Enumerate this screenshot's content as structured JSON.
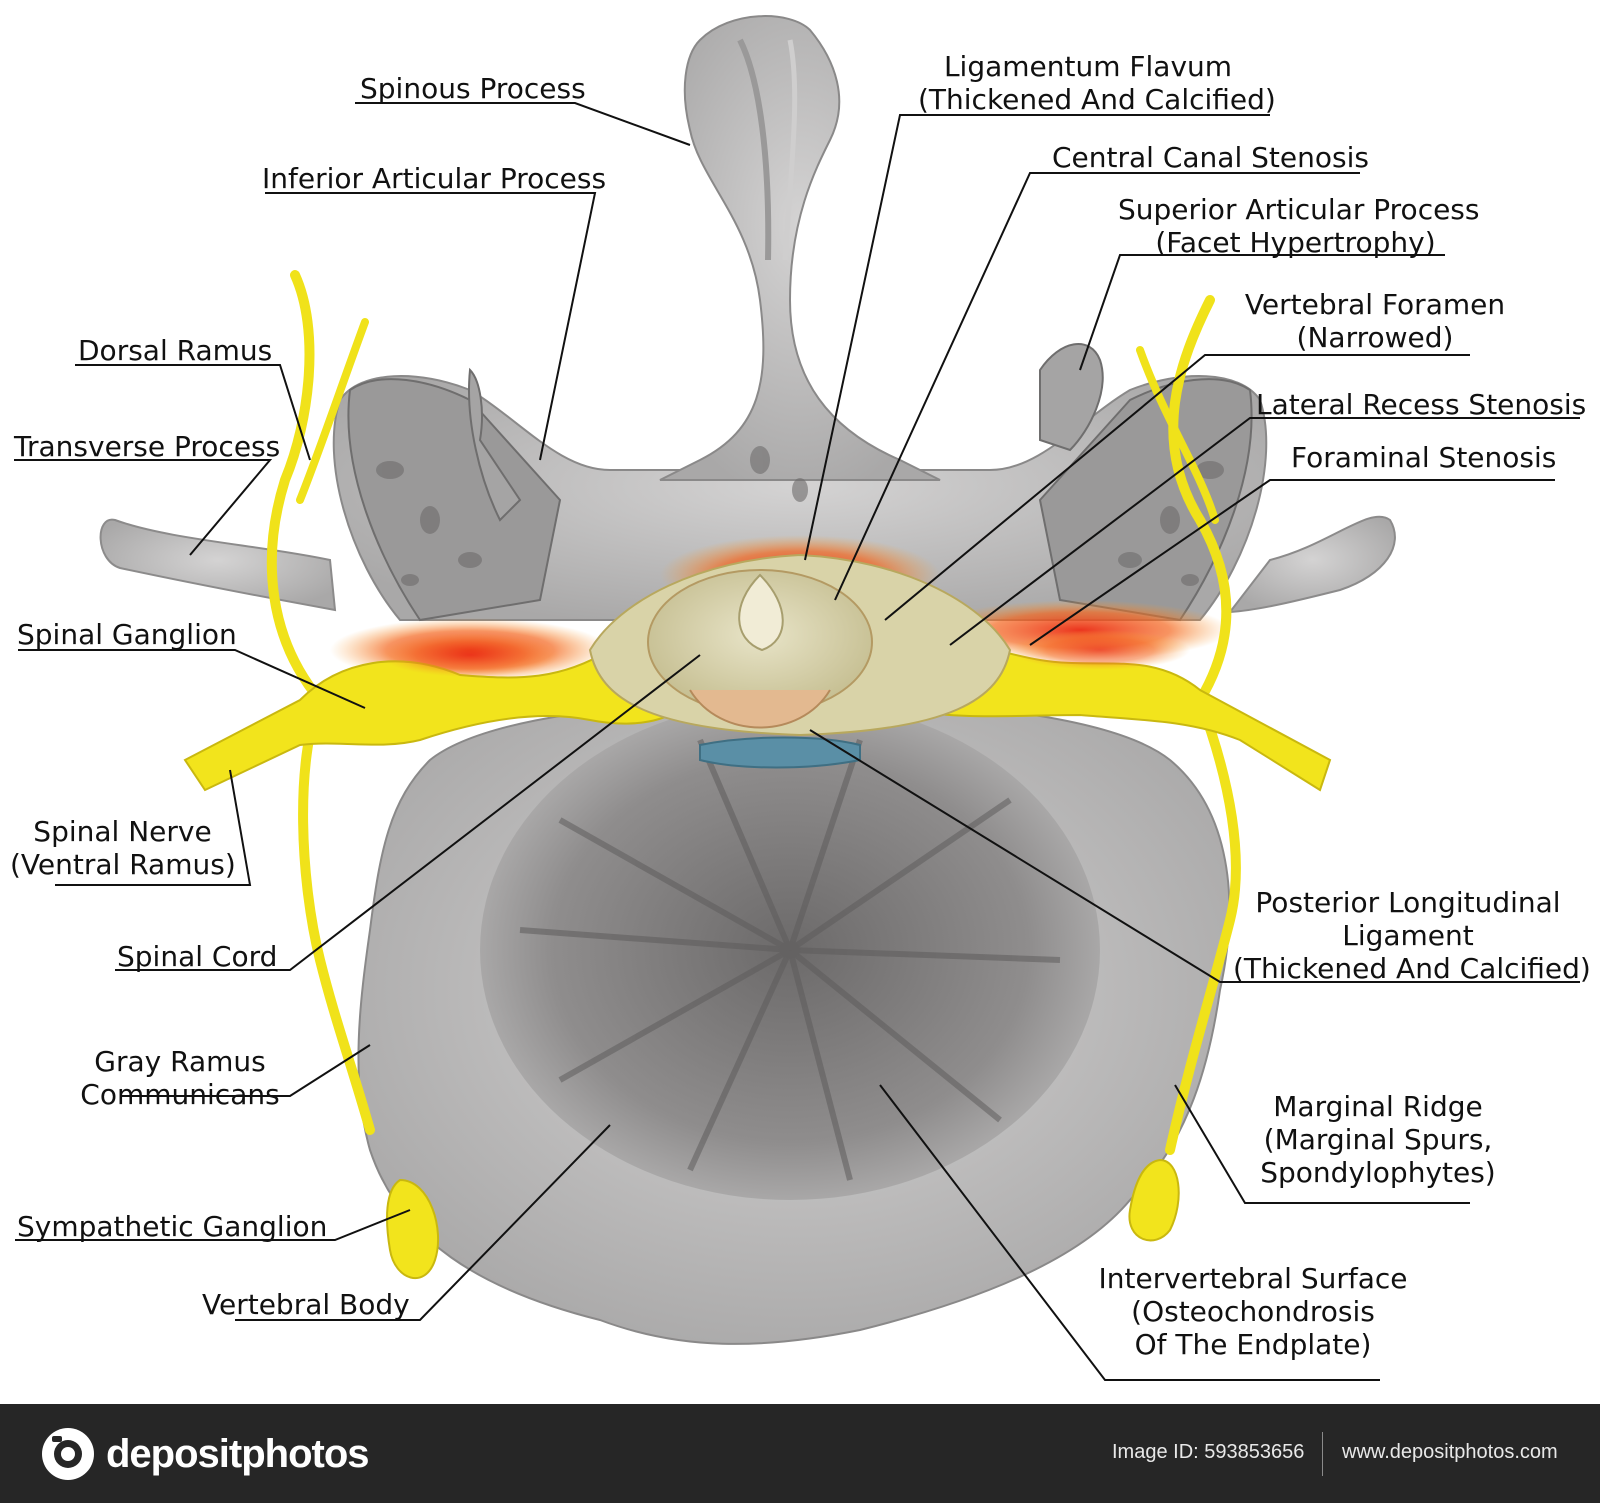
{
  "labels": {
    "spinous_process": "Spinous Process",
    "inferior_articular_process": "Inferior Articular Process",
    "dorsal_ramus": "Dorsal Ramus",
    "transverse_process": "Transverse Process",
    "spinal_ganglion": "Spinal Ganglion",
    "spinal_nerve": [
      "Spinal Nerve",
      "(Ventral Ramus)"
    ],
    "spinal_cord": "Spinal Cord",
    "gray_ramus": [
      "Gray Ramus",
      "Communicans"
    ],
    "sympathetic_ganglion": "Sympathetic Ganglion",
    "vertebral_body": "Vertebral Body",
    "ligamentum_flavum": [
      "Ligamentum Flavum",
      "(Thickened And Calcified)"
    ],
    "central_canal_stenosis": "Central Canal Stenosis",
    "superior_articular_process": [
      "Superior Articular Process",
      "(Facet Hypertrophy)"
    ],
    "vertebral_foramen": [
      "Vertebral Foramen",
      "(Narrowed)"
    ],
    "lateral_recess_stenosis": "Lateral Recess Stenosis",
    "foraminal_stenosis": "Foraminal Stenosis",
    "posterior_longitudinal_ligament": [
      "Posterior Longitudinal",
      "Ligament",
      "(Thickened And Calcified)"
    ],
    "marginal_ridge": [
      "Marginal Ridge",
      "(Marginal Spurs,",
      "Spondylophytes)"
    ],
    "intervertebral_surface": [
      "Intervertebral Surface",
      "(Osteochondrosis",
      "Of The Endplate)"
    ]
  },
  "footer": {
    "brand": "depositphotos",
    "image_id": "Image ID: 593853656",
    "url": "www.depositphotos.com"
  },
  "colors": {
    "bone": "#bdbcbc",
    "bone_dark": "#7d7b7b",
    "nerve": "#f2e41c",
    "inflammation": "#f0441a",
    "ligament_blue": "#5a8fa6",
    "leader_line": "#111111",
    "footer_bg": "#262626"
  }
}
